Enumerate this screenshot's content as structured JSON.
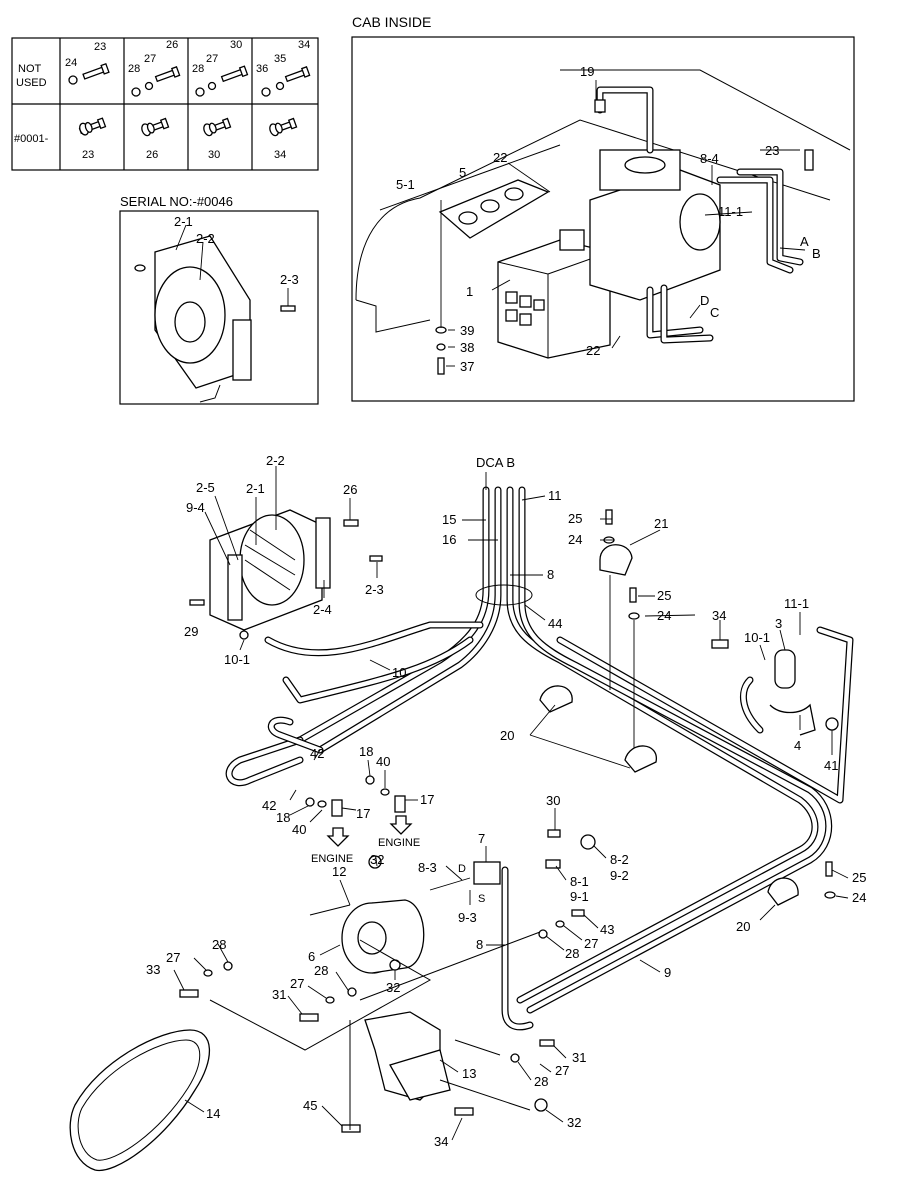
{
  "cab_inside_title": "CAB INSIDE",
  "serial_title": "SERIAL NO:-#0046",
  "table": {
    "row1_label_a": "NOT",
    "row1_label_b": "USED",
    "row2_label": "#0001-",
    "cells_row1": [
      [
        "24",
        "23"
      ],
      [
        "28",
        "27",
        "26"
      ],
      [
        "28",
        "27",
        "30"
      ],
      [
        "36",
        "35",
        "34"
      ]
    ],
    "cells_row2": [
      "23",
      "26",
      "30",
      "34"
    ]
  },
  "cab_labels": [
    "19",
    "22",
    "5",
    "5-1",
    "8-4",
    "23",
    "11-1",
    "A",
    "B",
    "1",
    "D",
    "C",
    "22",
    "39",
    "38",
    "37"
  ],
  "serial_labels": [
    "2-1",
    "2-2",
    "2-3"
  ],
  "main_labels": [
    "DCA B",
    "11",
    "15",
    "16",
    "8",
    "26",
    "2-2",
    "2-1",
    "2-5",
    "9-4",
    "2-3",
    "2-4",
    "29",
    "10-1",
    "10",
    "44",
    "25",
    "24",
    "21",
    "25",
    "24",
    "34",
    "3",
    "11-1",
    "10-1",
    "4",
    "41",
    "20",
    "18",
    "40",
    "42",
    "42",
    "18",
    "40",
    "17",
    "17",
    "ENGINE",
    "ENGINE",
    "30",
    "7",
    "8-2",
    "9-2",
    "8-1",
    "9-1",
    "8-3",
    "D",
    "S",
    "9-3",
    "32",
    "12",
    "43",
    "27",
    "28",
    "8",
    "6",
    "28",
    "27",
    "33",
    "28",
    "27",
    "31",
    "32",
    "9",
    "20",
    "25",
    "24",
    "31",
    "27",
    "28",
    "13",
    "32",
    "45",
    "34",
    "14"
  ]
}
